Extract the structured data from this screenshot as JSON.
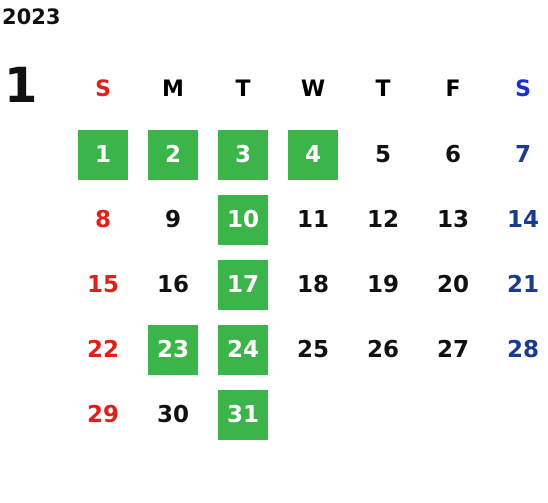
{
  "calendar": {
    "year": "2023",
    "month": "1",
    "weekdays": [
      "S",
      "M",
      "T",
      "W",
      "T",
      "F",
      "S"
    ],
    "highlight_color": "#3bb54a",
    "sunday_color": "#e0211b",
    "saturday_color": "#1a3b8f",
    "weeks": [
      [
        {
          "day": "1",
          "highlighted": true
        },
        {
          "day": "2",
          "highlighted": true
        },
        {
          "day": "3",
          "highlighted": true
        },
        {
          "day": "4",
          "highlighted": true
        },
        {
          "day": "5",
          "highlighted": false
        },
        {
          "day": "6",
          "highlighted": false
        },
        {
          "day": "7",
          "highlighted": false
        }
      ],
      [
        {
          "day": "8",
          "highlighted": false
        },
        {
          "day": "9",
          "highlighted": false
        },
        {
          "day": "10",
          "highlighted": true
        },
        {
          "day": "11",
          "highlighted": false
        },
        {
          "day": "12",
          "highlighted": false
        },
        {
          "day": "13",
          "highlighted": false
        },
        {
          "day": "14",
          "highlighted": false
        }
      ],
      [
        {
          "day": "15",
          "highlighted": false
        },
        {
          "day": "16",
          "highlighted": false
        },
        {
          "day": "17",
          "highlighted": true
        },
        {
          "day": "18",
          "highlighted": false
        },
        {
          "day": "19",
          "highlighted": false
        },
        {
          "day": "20",
          "highlighted": false
        },
        {
          "day": "21",
          "highlighted": false
        }
      ],
      [
        {
          "day": "22",
          "highlighted": false
        },
        {
          "day": "23",
          "highlighted": true
        },
        {
          "day": "24",
          "highlighted": true
        },
        {
          "day": "25",
          "highlighted": false
        },
        {
          "day": "26",
          "highlighted": false
        },
        {
          "day": "27",
          "highlighted": false
        },
        {
          "day": "28",
          "highlighted": false
        }
      ],
      [
        {
          "day": "29",
          "highlighted": false
        },
        {
          "day": "30",
          "highlighted": false
        },
        {
          "day": "31",
          "highlighted": true
        },
        {
          "day": "",
          "highlighted": false
        },
        {
          "day": "",
          "highlighted": false
        },
        {
          "day": "",
          "highlighted": false
        },
        {
          "day": "",
          "highlighted": false
        }
      ]
    ]
  }
}
